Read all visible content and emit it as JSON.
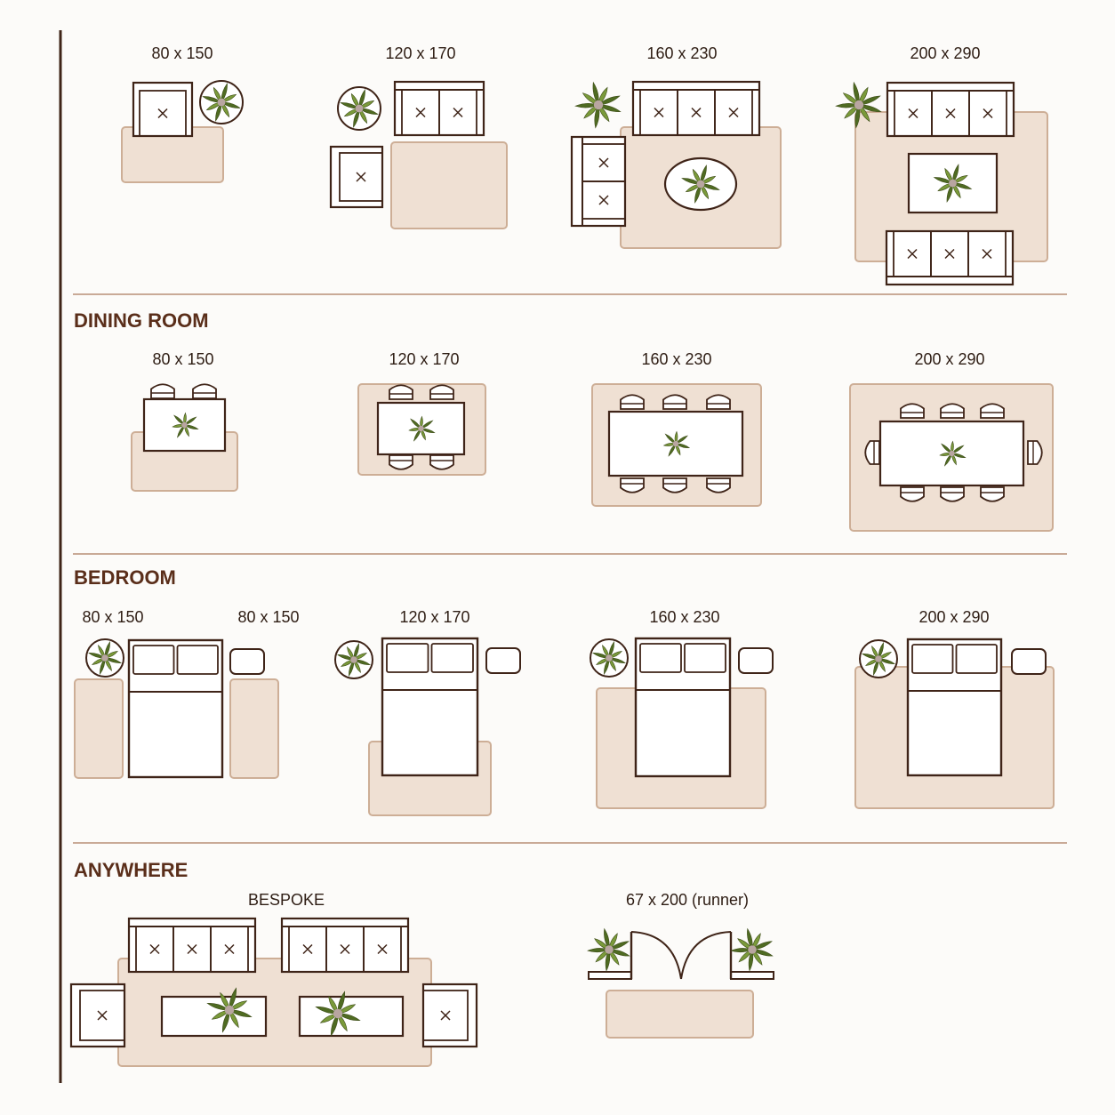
{
  "colors": {
    "outline": "#3f2418",
    "rug_fill": "#efe0d3",
    "rug_edge": "#cdae96",
    "divider": "#c9aa97",
    "section_title": "#5a2e1a",
    "label": "#2e1d14",
    "leaf": "#7a9a3a",
    "leaf_dark": "#4f6b22",
    "pot": "#b8a5a0",
    "background": "#fcfbf9"
  },
  "sections": {
    "living_room": {
      "title": "",
      "labels": [
        "80 x 150",
        "120 x 170",
        "160 x 230",
        "200 x 290"
      ]
    },
    "dining_room": {
      "title": "DINING ROOM",
      "labels": [
        "80 x 150",
        "120 x 170",
        "160 x 230",
        "200 x 290"
      ]
    },
    "bedroom": {
      "title": "BEDROOM",
      "labels": [
        "80 x 150",
        "80 x 150",
        "120 x 170",
        "160 x 230",
        "200 x 290"
      ]
    },
    "anywhere": {
      "title": "ANYWHERE",
      "labels": [
        "BESPOKE",
        "67 x 200 (runner)"
      ]
    }
  },
  "icons": [
    "sofa-icon",
    "armchair-icon",
    "plant-icon",
    "coffee-table-icon",
    "dining-table-icon",
    "chair-icon",
    "bed-icon",
    "pillow-icon",
    "nightstand-icon",
    "door-icon",
    "rug-icon"
  ]
}
